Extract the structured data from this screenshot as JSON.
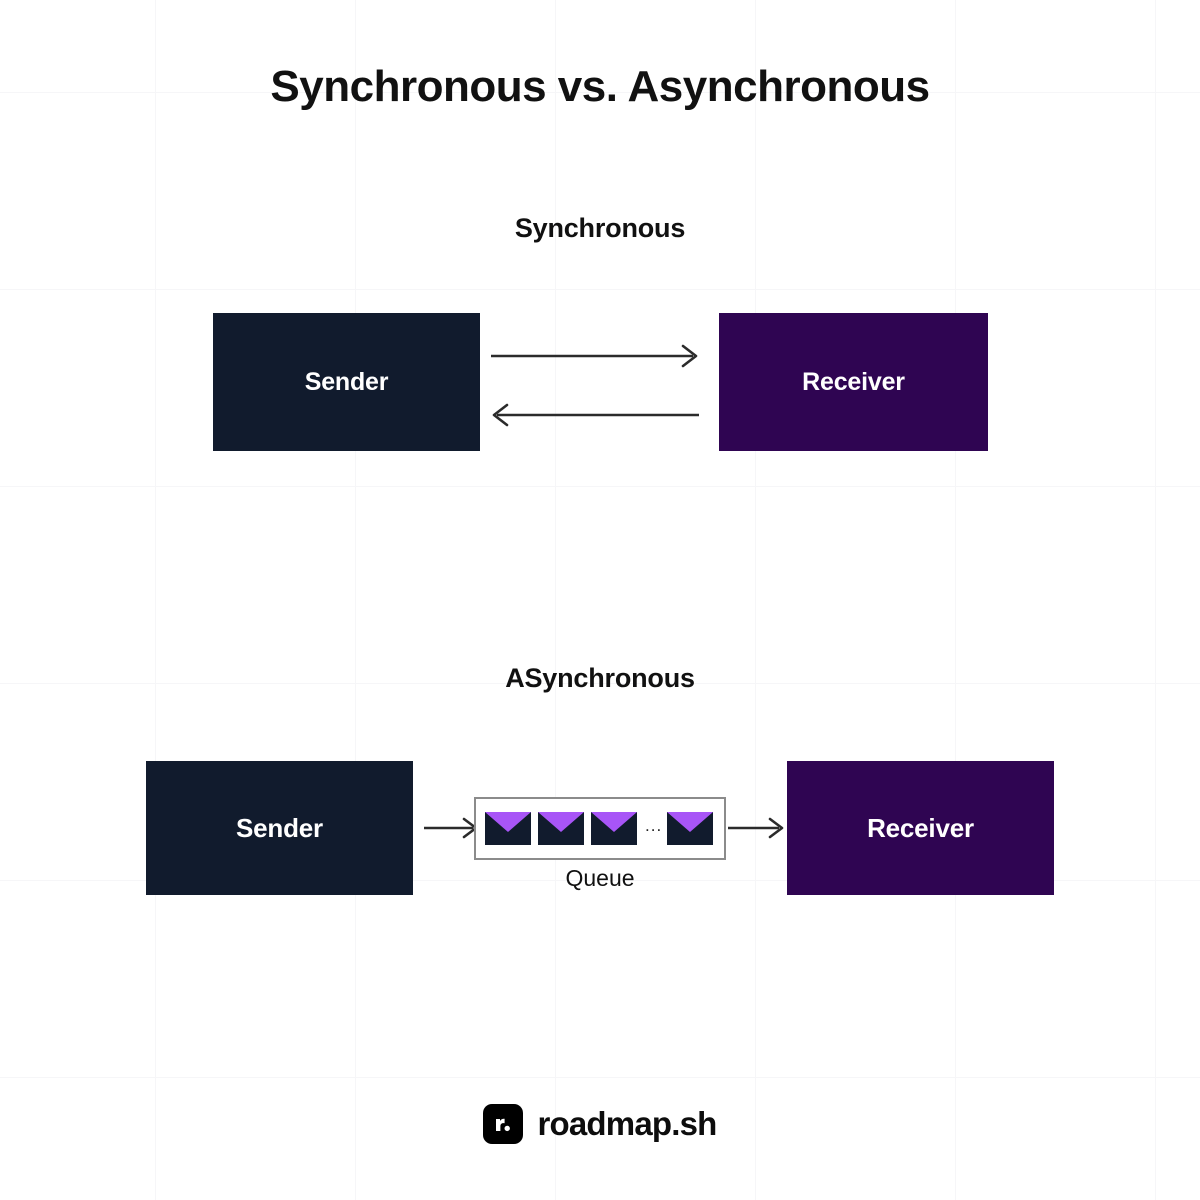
{
  "page": {
    "title": "Synchronous vs. Asynchronous",
    "background": "#ffffff",
    "grid_color": "#f6f6f8"
  },
  "sections": {
    "synchronous": {
      "title": "Synchronous",
      "sender": {
        "label": "Sender",
        "color": "#111b2d"
      },
      "receiver": {
        "label": "Receiver",
        "color": "#2f0552"
      },
      "arrows": [
        {
          "name": "request",
          "direction": "right"
        },
        {
          "name": "response",
          "direction": "left"
        }
      ]
    },
    "asynchronous": {
      "title": "ASynchronous",
      "sender": {
        "label": "Sender",
        "color": "#111b2d"
      },
      "receiver": {
        "label": "Receiver",
        "color": "#2f0552"
      },
      "queue": {
        "label": "Queue",
        "border_color": "#8b8b8b",
        "message_count_shown": 4,
        "ellipsis": "...",
        "messages": [
          {
            "icon": "envelope-icon"
          },
          {
            "icon": "envelope-icon"
          },
          {
            "icon": "envelope-icon"
          },
          {
            "icon": "envelope-icon"
          }
        ],
        "envelope_body_color": "#111b2d",
        "envelope_flap_color": "#a855f7"
      },
      "arrows": [
        {
          "name": "enqueue",
          "direction": "right"
        },
        {
          "name": "dequeue",
          "direction": "right"
        }
      ]
    }
  },
  "footer": {
    "logo_mark": "r.",
    "wordmark": "roadmap.sh",
    "logo_color": "#000000"
  }
}
